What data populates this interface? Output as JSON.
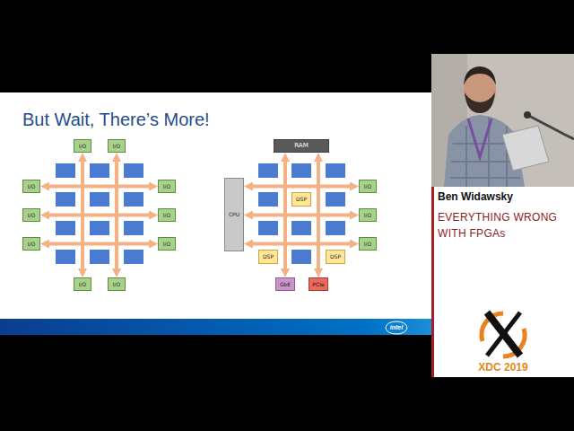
{
  "diagram": {
    "title": "But Wait, There’s More!",
    "nodes": [
      {
        "text": [
          "I/O"
        ]
      },
      {
        "text": [
          "I/O"
        ]
      },
      {
        "text": [
          "I/O"
        ]
      },
      {
        "text": [
          "I/O"
        ]
      },
      {
        "text": [
          "I/O"
        ]
      },
      {
        "text": [
          "I/O"
        ]
      },
      {
        "text": [
          "I/O"
        ]
      },
      {
        "text": [
          "I/O"
        ]
      },
      {
        "text": [
          "I/O"
        ]
      },
      {
        "text": [
          "I/O"
        ]
      },
      {
        "text": [
          "RAM"
        ]
      },
      {
        "text": [
          "CPU"
        ]
      },
      {
        "text": [
          "DSP"
        ]
      },
      {
        "text": [
          "I/O"
        ]
      },
      {
        "text": [
          "I/O"
        ]
      },
      {
        "text": [
          "I/O"
        ]
      },
      {
        "text": [
          "DSP"
        ]
      },
      {
        "text": [
          "DSP"
        ]
      },
      {
        "text": [
          "GbE"
        ]
      },
      {
        "text": [
          "PCIe"
        ]
      }
    ],
    "edges": [
      {
        "from": 0,
        "to": 8,
        "arrow": "both"
      },
      {
        "from": 1,
        "to": 9,
        "arrow": "both"
      },
      {
        "from": 2,
        "to": 3,
        "arrow": "both"
      },
      {
        "from": 4,
        "to": 5,
        "arrow": "both"
      },
      {
        "from": 6,
        "to": 7,
        "arrow": "both"
      },
      {
        "from": 10,
        "to": 18,
        "arrow": "both"
      },
      {
        "from": 10,
        "to": 19,
        "arrow": "both"
      },
      {
        "from": 11,
        "to": 13,
        "arrow": "both"
      },
      {
        "from": 11,
        "to": 14,
        "arrow": "both"
      },
      {
        "from": 11,
        "to": 15,
        "arrow": "both"
      }
    ],
    "labels": [
      "Ben Widawsky",
      "EVERYTHING WRONG WITH FPGAs",
      "XDC 2019",
      "intel"
    ]
  }
}
